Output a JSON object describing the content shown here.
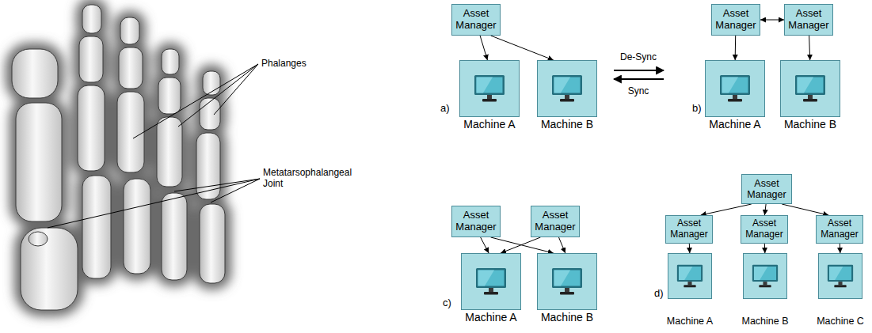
{
  "diagram": {
    "nodes": [
      {
        "text": [
          "Asset Manager"
        ]
      },
      {
        "text": [
          "Machine A"
        ]
      },
      {
        "text": [
          "Machine B"
        ]
      },
      {
        "text": [
          "Asset Manager"
        ]
      },
      {
        "text": [
          "Asset Manager"
        ]
      },
      {
        "text": [
          "Machine A"
        ]
      },
      {
        "text": [
          "Machine B"
        ]
      },
      {
        "text": [
          "Asset Manager"
        ]
      },
      {
        "text": [
          "Asset Manager"
        ]
      },
      {
        "text": [
          "Machine A"
        ]
      },
      {
        "text": [
          "Machine B"
        ]
      },
      {
        "text": [
          "Asset Manager"
        ]
      },
      {
        "text": [
          "Asset Manager"
        ]
      },
      {
        "text": [
          "Asset Manager"
        ]
      },
      {
        "text": [
          "Asset Manager"
        ]
      },
      {
        "text": [
          "Machine A"
        ]
      },
      {
        "text": [
          "Machine B"
        ]
      },
      {
        "text": [
          "Machine C"
        ]
      }
    ],
    "edges": [
      {
        "from": 0,
        "to": 1,
        "arrow": "to"
      },
      {
        "from": 0,
        "to": 2,
        "arrow": "to"
      },
      {
        "from": 3,
        "to": 4,
        "arrow": "both"
      },
      {
        "from": 3,
        "to": 5,
        "arrow": "to"
      },
      {
        "from": 4,
        "to": 6,
        "arrow": "to"
      },
      {
        "from": 7,
        "to": 9,
        "arrow": "to"
      },
      {
        "from": 7,
        "to": 10,
        "arrow": "to"
      },
      {
        "from": 8,
        "to": 9,
        "arrow": "to"
      },
      {
        "from": 8,
        "to": 10,
        "arrow": "to"
      },
      {
        "from": 11,
        "to": 12,
        "arrow": "to"
      },
      {
        "from": 11,
        "to": 13,
        "arrow": "to"
      },
      {
        "from": 11,
        "to": 14,
        "arrow": "to"
      },
      {
        "from": 12,
        "to": 15,
        "arrow": "to"
      },
      {
        "from": 13,
        "to": 16,
        "arrow": "to"
      },
      {
        "from": 14,
        "to": 17,
        "arrow": "to"
      }
    ],
    "labels": [
      "Phalanges",
      "Metatarsophalangeal Joint",
      "De-Sync",
      "Sync",
      "a)",
      "b)",
      "c)",
      "d)"
    ]
  }
}
